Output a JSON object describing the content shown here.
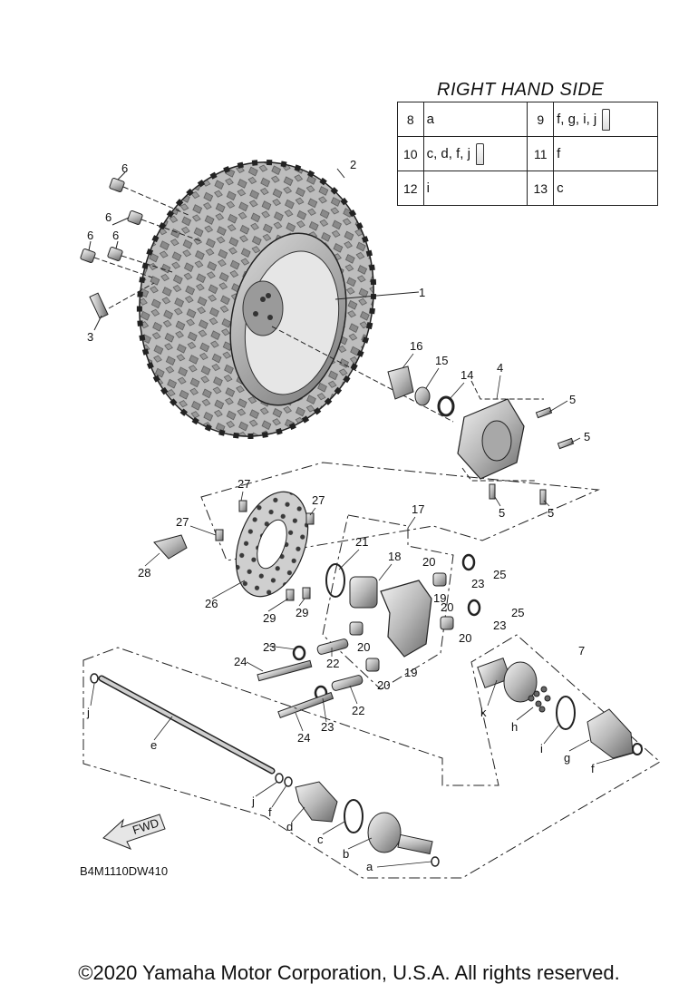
{
  "legend": {
    "title": "RIGHT HAND SIDE",
    "rows": [
      [
        {
          "num": "8",
          "val": "a",
          "tube": false
        },
        {
          "num": "9",
          "val": "f, g, i, j",
          "tube": true
        }
      ],
      [
        {
          "num": "10",
          "val": "c, d, f, j",
          "tube": true
        },
        {
          "num": "11",
          "val": "f",
          "tube": false
        }
      ],
      [
        {
          "num": "12",
          "val": "i",
          "tube": false
        },
        {
          "num": "13",
          "val": "c",
          "tube": false
        }
      ]
    ]
  },
  "callouts": {
    "c1": "1",
    "c2": "2",
    "c3": "3",
    "c4": "4",
    "c5a": "5",
    "c5b": "5",
    "c5c": "5",
    "c5d": "5",
    "c6a": "6",
    "c6b": "6",
    "c6c": "6",
    "c6d": "6",
    "c7": "7",
    "c14": "14",
    "c15": "15",
    "c16": "16",
    "c17": "17",
    "c18": "18",
    "c19a": "19",
    "c19b": "19",
    "c20a": "20",
    "c20b": "20",
    "c20c": "20",
    "c20d": "20",
    "c20e": "20",
    "c21": "21",
    "c22a": "22",
    "c22b": "22",
    "c23a": "23",
    "c23b": "23",
    "c23c": "23",
    "c23d": "23",
    "c24a": "24",
    "c24b": "24",
    "c25a": "25",
    "c25b": "25",
    "c26": "26",
    "c27a": "27",
    "c27b": "27",
    "c27c": "27",
    "c28": "28",
    "c29a": "29",
    "c29b": "29",
    "la": "a",
    "lb": "b",
    "lc": "c",
    "ld": "d",
    "le": "e",
    "lf1": "f",
    "lf2": "f",
    "lg": "g",
    "lh": "h",
    "li": "i",
    "lj1": "j",
    "lj2": "j",
    "lk": "k"
  },
  "fwd_label": "FWD",
  "diagram_code": "B4M1110DW410",
  "copyright": "©2020 Yamaha Motor Corporation, U.S.A. All rights reserved."
}
